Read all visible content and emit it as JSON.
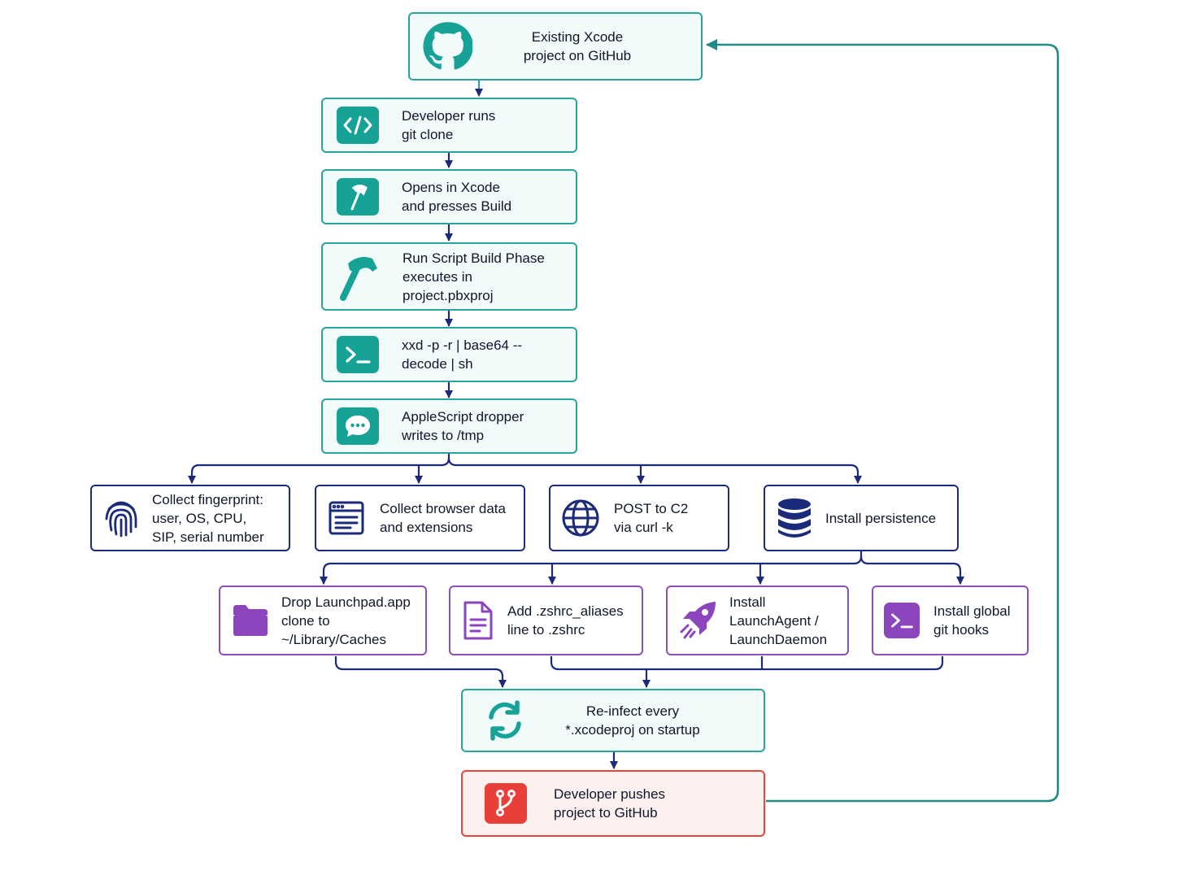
{
  "colors": {
    "teal": "#17a297",
    "teal_border": "#2aa39c",
    "navy": "#1b2a7a",
    "purple": "#8b46bd",
    "red": "#ea3e39",
    "loop_line": "#1f8a86"
  },
  "nodes": {
    "github_project": {
      "label": "Existing Xcode\nproject on GitHub",
      "icon": "github-icon"
    },
    "git_clone": {
      "label": "Developer runs\ngit clone",
      "icon": "code-icon"
    },
    "xcode_build": {
      "label": "Opens in Xcode\nand presses Build",
      "icon": "hammer-icon"
    },
    "run_script": {
      "label": "Run Script Build Phase\nexecutes in\nproject.pbxproj",
      "icon": "hammer-icon"
    },
    "xxd_decode": {
      "label": "xxd -p -r | base64 --\ndecode | sh",
      "icon": "terminal-icon"
    },
    "applescript": {
      "label": "AppleScript dropper\nwrites to /tmp",
      "icon": "chat-bubble-icon"
    },
    "fingerprint": {
      "label": "Collect fingerprint:\nuser, OS, CPU,\nSIP, serial number",
      "icon": "fingerprint-icon"
    },
    "browser_data": {
      "label": "Collect browser data\nand extensions",
      "icon": "browser-window-icon"
    },
    "post_c2": {
      "label": "POST to C2\nvia curl -k",
      "icon": "globe-icon"
    },
    "persistence": {
      "label": "Install persistence",
      "icon": "database-icon"
    },
    "launchpad": {
      "label": "Drop Launchpad.app\nclone to\n~/Library/Caches",
      "icon": "folder-icon"
    },
    "zshrc": {
      "label": "Add .zshrc_aliases\nline to .zshrc",
      "icon": "document-icon"
    },
    "launch_agent": {
      "label": "Install\nLaunchAgent /\nLaunchDaemon",
      "icon": "rocket-icon"
    },
    "git_hooks": {
      "label": "Install global\ngit hooks",
      "icon": "terminal-icon"
    },
    "reinfect": {
      "label": "Re-infect every\n*.xcodeproj on startup",
      "icon": "refresh-icon"
    },
    "push": {
      "label": "Developer pushes\nproject to GitHub",
      "icon": "git-branch-icon"
    }
  }
}
